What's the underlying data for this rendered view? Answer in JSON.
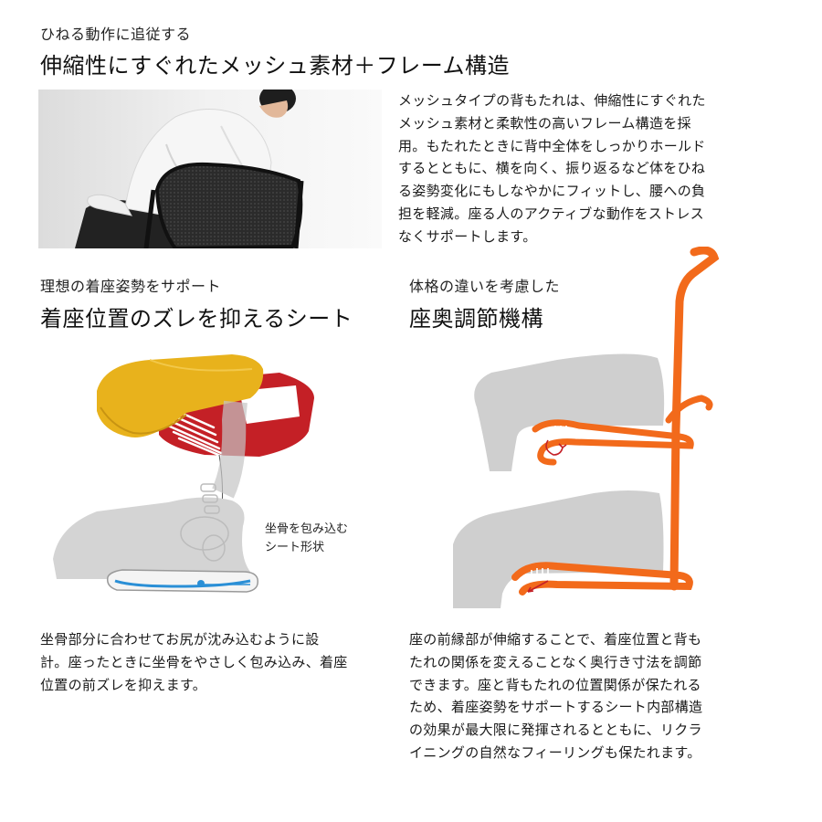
{
  "section_mesh": {
    "kicker": "ひねる動作に追従する",
    "heading": "伸縮性にすぐれたメッシュ素材＋フレーム構造",
    "body_lines": [
      "メッシュタイプの背もたれは、伸縮性にすぐれた",
      "メッシュ素材と柔軟性の高いフレーム構造を採",
      "用。もたれたときに背中全体をしっかりホールド",
      "するとともに、横を向く、振り返るなど体をひね",
      "る姿勢変化にもしなやかにフィットし、腰への負",
      "担を軽減。座る人のアクティブな動作をストレス",
      "なくサポートします。"
    ]
  },
  "section_seat": {
    "kicker": "理想の着座姿勢をサポート",
    "heading": "着座位置のズレを抑えるシート",
    "callout_lines": [
      "坐骨を包み込む",
      "シート形状"
    ],
    "body_lines": [
      "坐骨部分に合わせてお尻が沈み込むように設",
      "計。座ったときに坐骨をやさしく包み込み、着座",
      "位置の前ズレを抑えます。"
    ]
  },
  "section_depth": {
    "kicker": "体格の違いを考慮した",
    "heading": "座奥調節機構",
    "body_lines": [
      "座の前縁部が伸縮することで、着座位置と背も",
      "たれの関係を変えることなく奥行き寸法を調節",
      "できます。座と背もたれの位置関係が保たれる",
      "ため、着座姿勢をサポートするシート内部構造",
      "の効果が最大限に発揮されるとともに、リクラ",
      "イニングの自然なフィーリングも保たれます。"
    ]
  },
  "colors": {
    "frame_orange": "#f26a1b",
    "seat_yellow": "#e8b21c",
    "seat_red": "#c42026",
    "cushion_blue": "#2a8fd6",
    "body_gray": "#c9c9c9"
  }
}
